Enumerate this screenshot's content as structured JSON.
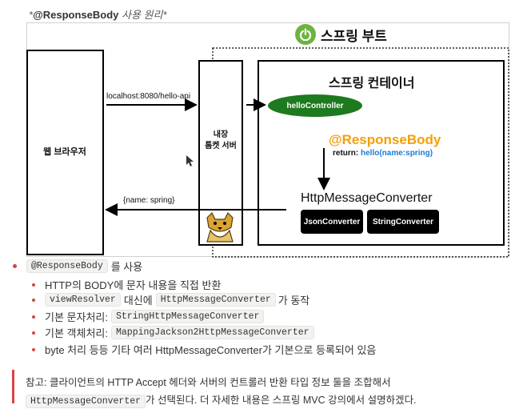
{
  "heading": {
    "bold": "@ResponseBody",
    "rest": "사용 원리"
  },
  "diagram": {
    "spring_boot": "스프링 부트",
    "web_browser": "웹 브라우저",
    "request_url": "localhost:8080/hello-api",
    "tomcat_line1": "내장",
    "tomcat_line2": "톰켓 서버",
    "spring_container": "스프링 컨테이너",
    "controller": "helloController",
    "annotation": "@ResponseBody",
    "return_prefix": "return:",
    "return_call": "hello(name:spring)",
    "converter_title": "HttpMessageConverter",
    "json_converter": "JsonConverter",
    "string_converter": "StringConverter",
    "response_body": "{name: spring}"
  },
  "bullets": {
    "main_code": "@ResponseBody",
    "main_text": "를 사용",
    "item1": "HTTP의 BODY에 문자 내용을 직접 반환",
    "item2_code1": "viewResolver",
    "item2_mid": "대신에",
    "item2_code2": "HttpMessageConverter",
    "item2_end": "가 동작",
    "item3_prefix": "기본 문자처리:",
    "item3_code": "StringHttpMessageConverter",
    "item4_prefix": "기본 객체처리:",
    "item4_code": "MappingJackson2HttpMessageConverter",
    "item5": "byte 처리 등등 기타 여러 HttpMessageConverter가 기본으로 등록되어 있음"
  },
  "note": {
    "line1": "참고: 클라이언트의 HTTP Accept 헤더와 서버의 컨트롤러 반환 타입 정보 둘을 조합해서",
    "line2_code": "HttpMessageConverter",
    "line2_rest": "가 선택된다. 더 자세한 내용은 스프링 MVC 강의에서 설명하겠다."
  },
  "colors": {
    "spring_green": "#6db33f",
    "controller_green": "#1e7a1e",
    "annotation_orange": "#f2a007",
    "call_blue": "#1a7bd4",
    "bullet_red": "#d64545"
  }
}
